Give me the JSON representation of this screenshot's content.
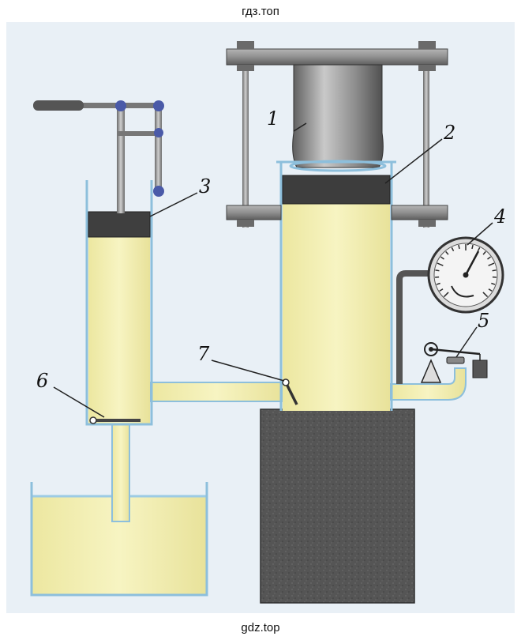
{
  "watermark_top": "гдз.топ",
  "watermark_bottom": "gdz.top",
  "labels": {
    "press_piston": "1",
    "platform": "2",
    "pump_piston": "3",
    "pressure_gauge": "4",
    "safety_valve": "5",
    "inlet_valve": "6",
    "outlet_valve": "7"
  },
  "colors": {
    "liquid": "#f3f0ae",
    "liquid_edge": "#8fc3df",
    "dark_block": "#4a4a4a",
    "metal": "#8f8f8f",
    "background_tint": "#e9f0f6"
  }
}
